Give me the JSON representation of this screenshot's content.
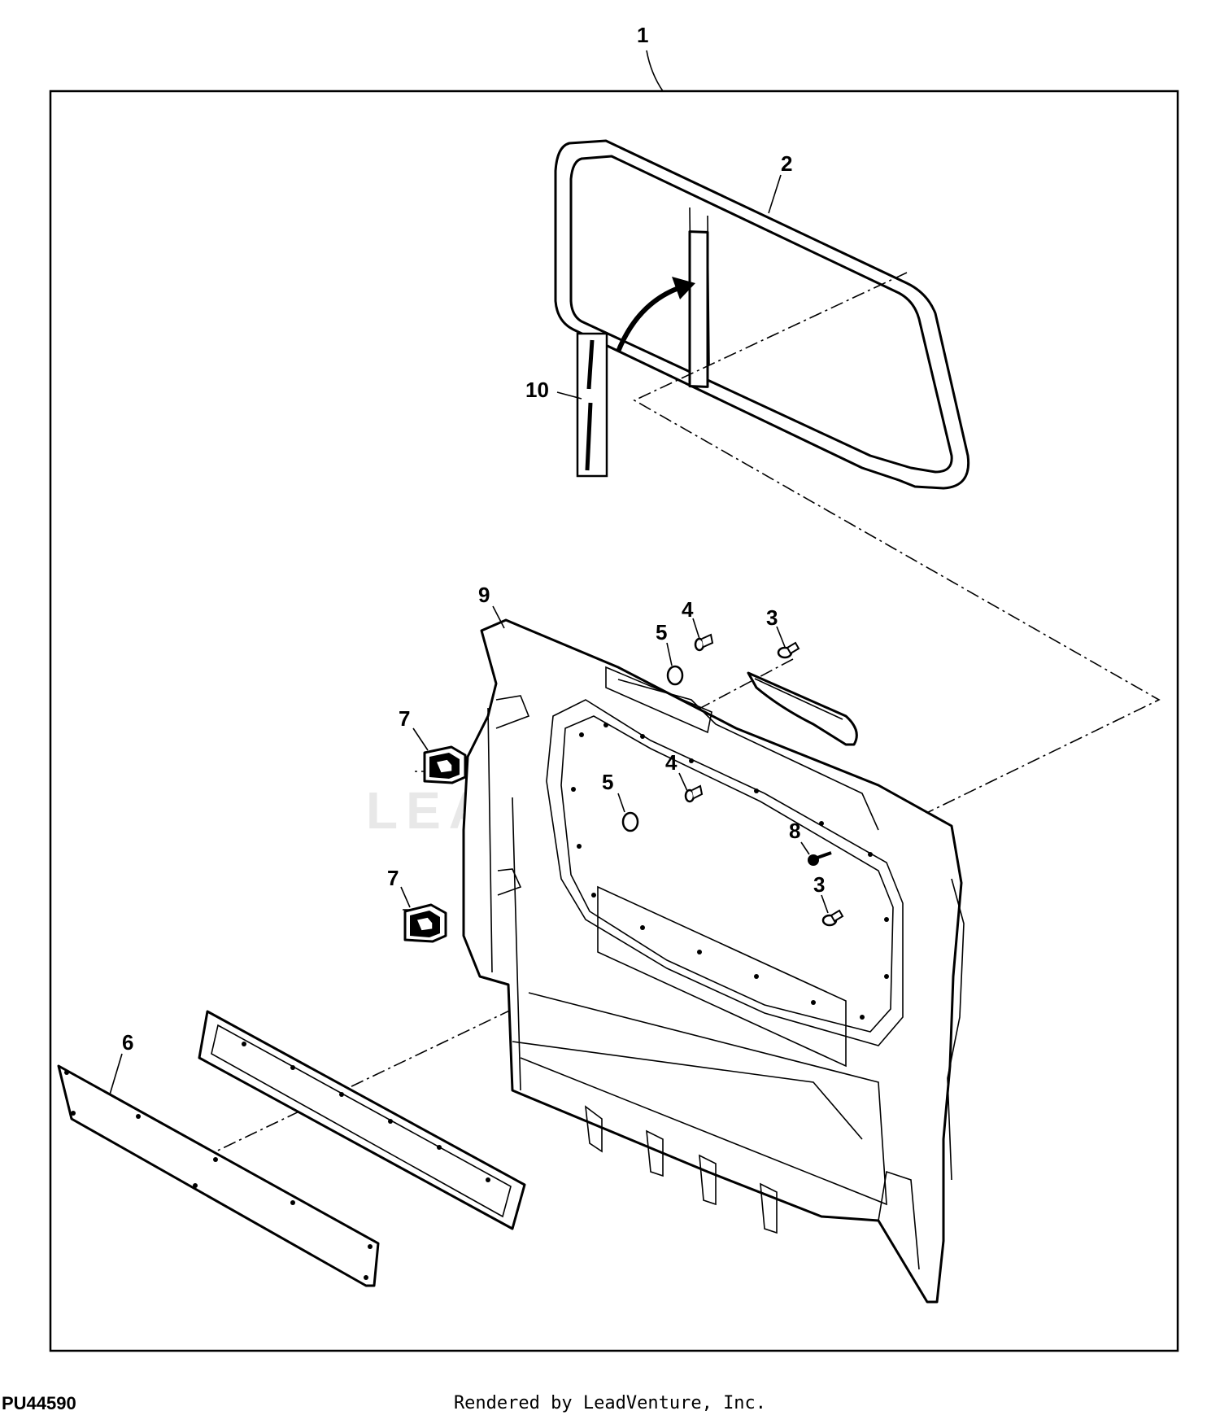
{
  "watermark": "LEADVENTURE",
  "figure_id": "PU44590",
  "credit": "Rendered by LeadVenture, Inc.",
  "callouts": {
    "c1": "1",
    "c2": "2",
    "c3a": "3",
    "c3b": "3",
    "c4a": "4",
    "c4b": "4",
    "c5a": "5",
    "c5b": "5",
    "c6": "6",
    "c7a": "7",
    "c7b": "7",
    "c8": "8",
    "c9": "9",
    "c10": "10"
  }
}
